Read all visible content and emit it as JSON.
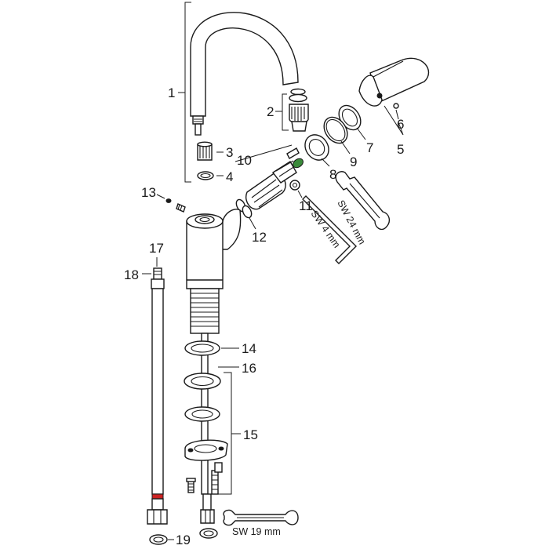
{
  "callouts": [
    "1",
    "2",
    "3",
    "4",
    "5",
    "6",
    "7",
    "8",
    "9",
    "10",
    "11",
    "12",
    "13",
    "14",
    "15",
    "16",
    "17",
    "18",
    "19"
  ],
  "tools": {
    "wrench_24": "SW 24 mm",
    "hex_key_4": "SW 4 mm",
    "wrench_19": "SW 19 mm"
  },
  "colors": {
    "line": "#1a1a1a",
    "cartridge_seal": "#3a8a3a",
    "hose_marker": "#cc2222"
  }
}
